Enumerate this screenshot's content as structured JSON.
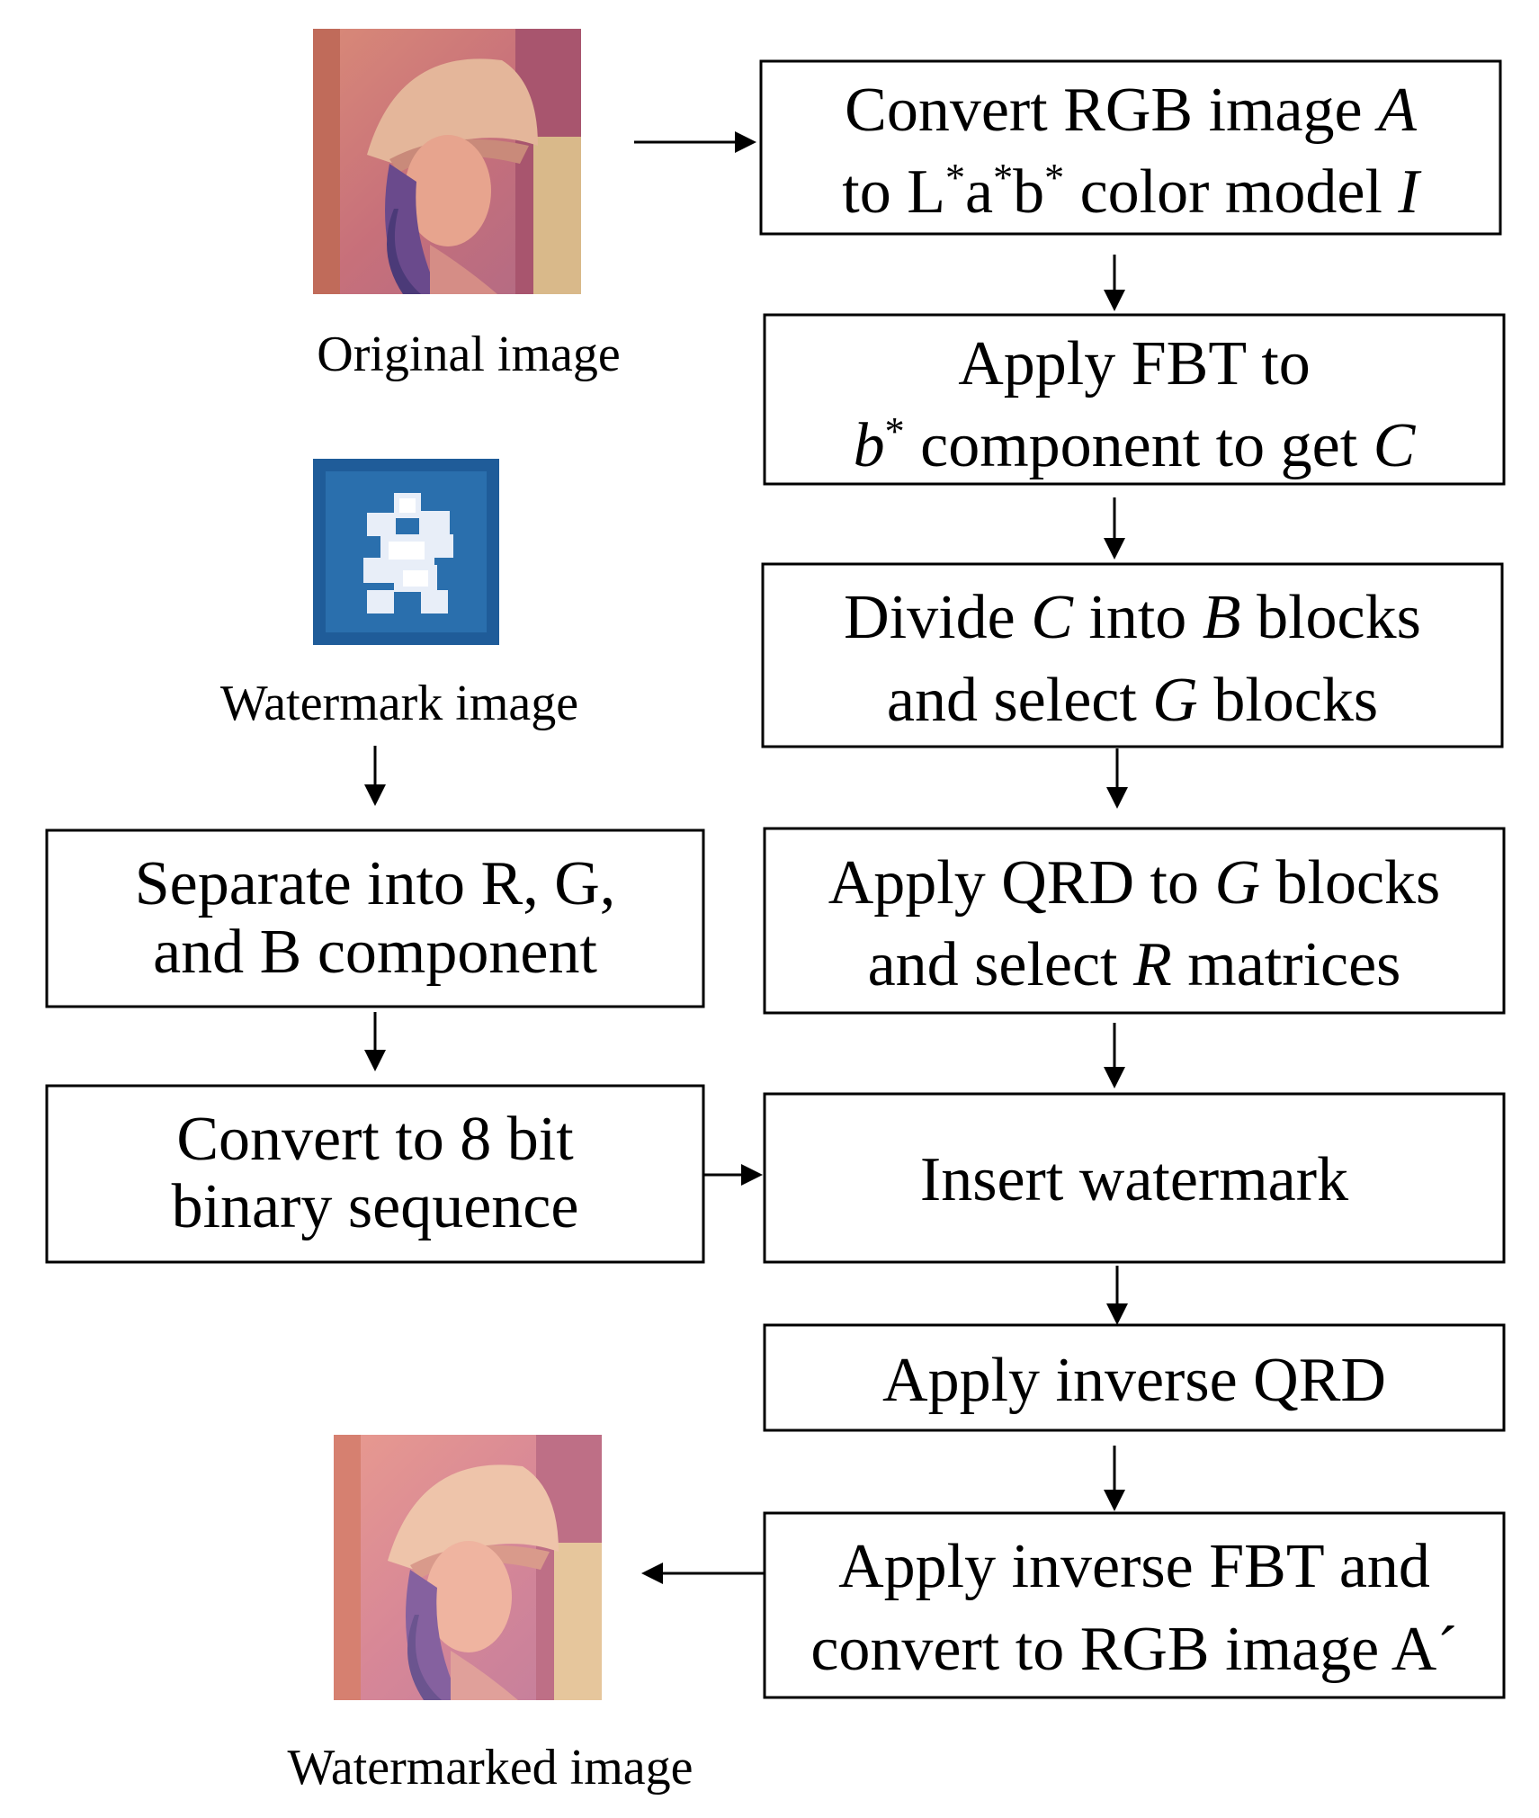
{
  "captions": {
    "original": "Original image",
    "watermark": "Watermark image",
    "watermarked": "Watermarked image"
  },
  "steps": {
    "convert_lab": {
      "line1": {
        "pre": "Convert RGB image ",
        "var": "A"
      },
      "line2": {
        "t1": "to  L",
        "s1": "*",
        "t2": "a",
        "s2": "*",
        "t3": "b",
        "s3": "*",
        "t4": " color model  ",
        "var": "I"
      }
    },
    "apply_fbt": {
      "line1": "Apply FBT to",
      "line2": {
        "var1": "b",
        "sup": "*",
        "mid": " component to get ",
        "var2": "C"
      }
    },
    "divide": {
      "line1": {
        "a": "Divide ",
        "v1": "C",
        "b": " into ",
        "v2": "B",
        "c": " blocks"
      },
      "line2": {
        "a": "and select ",
        "v": "G",
        "b": " blocks"
      }
    },
    "apply_qrd": {
      "line1": {
        "a": "Apply QRD to ",
        "v": "G",
        "b": " blocks"
      },
      "line2": {
        "a": "and select ",
        "v": "R",
        "b": " matrices"
      }
    },
    "insert": "Insert watermark",
    "inverse_qrd": "Apply inverse QRD",
    "inverse_fbt": {
      "line1": "Apply inverse FBT and",
      "line2": "convert to RGB image A´"
    },
    "separate": {
      "line1": "Separate into R, G,",
      "line2": "and B component"
    },
    "binary": {
      "line1": "Convert to 8 bit",
      "line2": "binary sequence"
    }
  }
}
